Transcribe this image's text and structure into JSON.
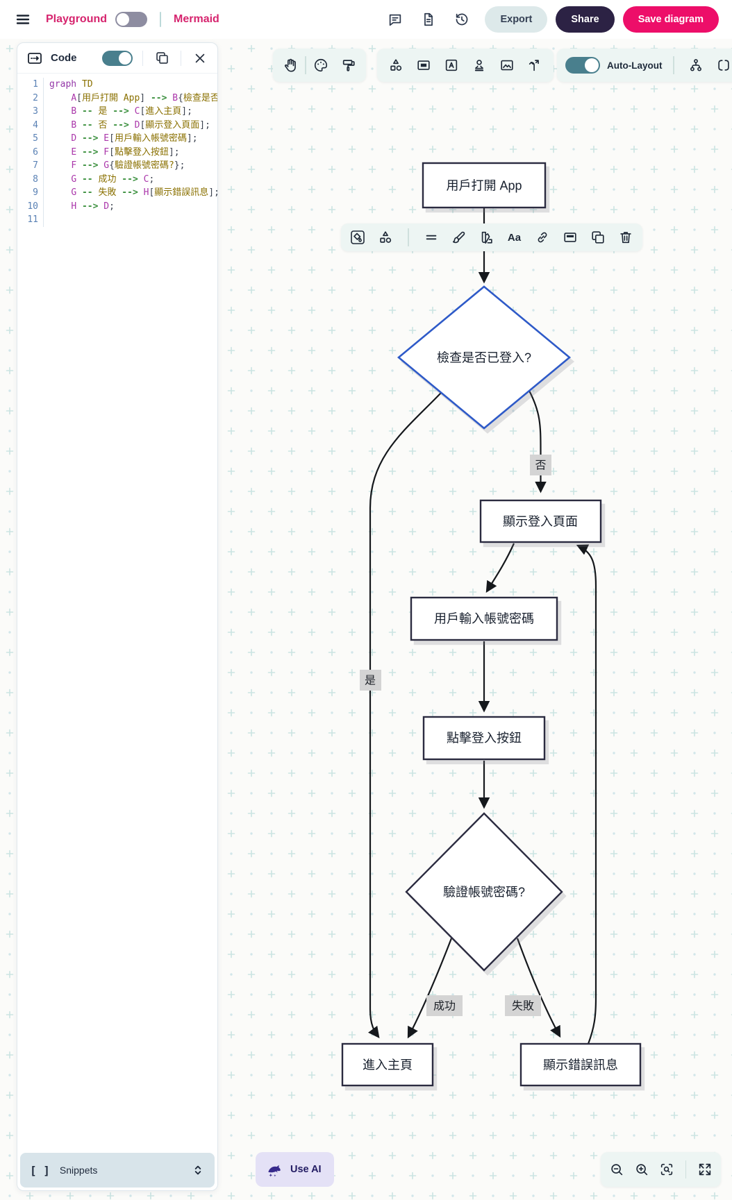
{
  "topbar": {
    "playground_label": "Playground",
    "brand": "Mermaid",
    "export_label": "Export",
    "share_label": "Share",
    "save_label": "Save diagram"
  },
  "code_panel": {
    "title": "Code",
    "snippets_bracket": "[ ]",
    "snippets_label": "Snippets",
    "lines": [
      [
        [
          "kw",
          "graph"
        ],
        [
          "pl",
          " "
        ],
        [
          "dir",
          "TD"
        ]
      ],
      [
        [
          "pl",
          "    "
        ],
        [
          "id",
          "A"
        ],
        [
          "br",
          "["
        ],
        [
          "str",
          "用戶打開 App"
        ],
        [
          "br",
          "]"
        ],
        [
          "pl",
          " "
        ],
        [
          "arr",
          "-->"
        ],
        [
          "pl",
          " "
        ],
        [
          "id",
          "B"
        ],
        [
          "br",
          "{"
        ],
        [
          "str",
          "檢查是否已登入?"
        ],
        [
          "br",
          "}"
        ],
        [
          "pl",
          ";"
        ]
      ],
      [
        [
          "pl",
          "    "
        ],
        [
          "id",
          "B"
        ],
        [
          "pl",
          " "
        ],
        [
          "arr",
          "--"
        ],
        [
          "pl",
          " "
        ],
        [
          "str",
          "是"
        ],
        [
          "pl",
          " "
        ],
        [
          "arr",
          "-->"
        ],
        [
          "pl",
          " "
        ],
        [
          "id",
          "C"
        ],
        [
          "br",
          "["
        ],
        [
          "str",
          "進入主頁"
        ],
        [
          "br",
          "]"
        ],
        [
          "pl",
          ";"
        ]
      ],
      [
        [
          "pl",
          "    "
        ],
        [
          "id",
          "B"
        ],
        [
          "pl",
          " "
        ],
        [
          "arr",
          "--"
        ],
        [
          "pl",
          " "
        ],
        [
          "str",
          "否"
        ],
        [
          "pl",
          " "
        ],
        [
          "arr",
          "-->"
        ],
        [
          "pl",
          " "
        ],
        [
          "id",
          "D"
        ],
        [
          "br",
          "["
        ],
        [
          "str",
          "顯示登入頁面"
        ],
        [
          "br",
          "]"
        ],
        [
          "pl",
          ";"
        ]
      ],
      [
        [
          "pl",
          "    "
        ],
        [
          "id",
          "D"
        ],
        [
          "pl",
          " "
        ],
        [
          "arr",
          "-->"
        ],
        [
          "pl",
          " "
        ],
        [
          "id",
          "E"
        ],
        [
          "br",
          "["
        ],
        [
          "str",
          "用戶輸入帳號密碼"
        ],
        [
          "br",
          "]"
        ],
        [
          "pl",
          ";"
        ]
      ],
      [
        [
          "pl",
          "    "
        ],
        [
          "id",
          "E"
        ],
        [
          "pl",
          " "
        ],
        [
          "arr",
          "-->"
        ],
        [
          "pl",
          " "
        ],
        [
          "id",
          "F"
        ],
        [
          "br",
          "["
        ],
        [
          "str",
          "點擊登入按鈕"
        ],
        [
          "br",
          "]"
        ],
        [
          "pl",
          ";"
        ]
      ],
      [
        [
          "pl",
          "    "
        ],
        [
          "id",
          "F"
        ],
        [
          "pl",
          " "
        ],
        [
          "arr",
          "-->"
        ],
        [
          "pl",
          " "
        ],
        [
          "id",
          "G"
        ],
        [
          "br",
          "{"
        ],
        [
          "str",
          "驗證帳號密碼?"
        ],
        [
          "br",
          "}"
        ],
        [
          "pl",
          ";"
        ]
      ],
      [
        [
          "pl",
          "    "
        ],
        [
          "id",
          "G"
        ],
        [
          "pl",
          " "
        ],
        [
          "arr",
          "--"
        ],
        [
          "pl",
          " "
        ],
        [
          "str",
          "成功"
        ],
        [
          "pl",
          " "
        ],
        [
          "arr",
          "-->"
        ],
        [
          "pl",
          " "
        ],
        [
          "id",
          "C"
        ],
        [
          "pl",
          ";"
        ]
      ],
      [
        [
          "pl",
          "    "
        ],
        [
          "id",
          "G"
        ],
        [
          "pl",
          " "
        ],
        [
          "arr",
          "--"
        ],
        [
          "pl",
          " "
        ],
        [
          "str",
          "失敗"
        ],
        [
          "pl",
          " "
        ],
        [
          "arr",
          "-->"
        ],
        [
          "pl",
          " "
        ],
        [
          "id",
          "H"
        ],
        [
          "br",
          "["
        ],
        [
          "str",
          "顯示錯誤訊息"
        ],
        [
          "br",
          "]"
        ],
        [
          "pl",
          ";"
        ]
      ],
      [
        [
          "pl",
          "    "
        ],
        [
          "id",
          "H"
        ],
        [
          "pl",
          " "
        ],
        [
          "arr",
          "-->"
        ],
        [
          "pl",
          " "
        ],
        [
          "id",
          "D"
        ],
        [
          "pl",
          ";"
        ]
      ],
      []
    ]
  },
  "canvas_toolbar": {
    "auto_layout_label": "Auto-Layout"
  },
  "context_toolbar": {
    "text_style_label": "Aa"
  },
  "diagram": {
    "nodes": {
      "A": {
        "label": "用戶打開 App",
        "shape": "rect"
      },
      "B": {
        "label": "檢查是否已登入?",
        "shape": "diamond",
        "selected": true
      },
      "C": {
        "label": "進入主頁",
        "shape": "rect"
      },
      "D": {
        "label": "顯示登入頁面",
        "shape": "rect"
      },
      "E": {
        "label": "用戶輸入帳號密碼",
        "shape": "rect"
      },
      "F": {
        "label": "點擊登入按鈕",
        "shape": "rect"
      },
      "G": {
        "label": "驗證帳號密碼?",
        "shape": "diamond"
      },
      "H": {
        "label": "顯示錯誤訊息",
        "shape": "rect"
      }
    },
    "edge_labels": {
      "yes": "是",
      "no": "否",
      "success": "成功",
      "fail": "失敗"
    }
  },
  "bottom": {
    "use_ai_label": "Use AI"
  },
  "colors": {
    "brand_pink": "#d6246e",
    "save_button": "#ed0e69",
    "share_button": "#2c2244",
    "toggle_teal": "#497f8d",
    "selected_node_blue": "#2e5ac8",
    "node_border": "#2b2b40",
    "edge": "#15181c",
    "edge_label_bg": "#d4d4d4",
    "toolbar_bg": "#edf5f3"
  }
}
